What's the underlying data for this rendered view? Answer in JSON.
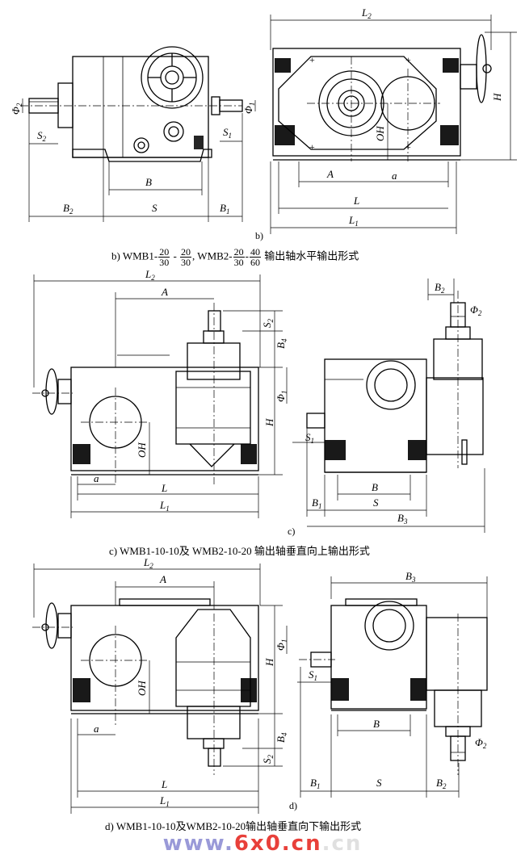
{
  "captions": {
    "b_prefix": "b) WMB1-",
    "b_frac1_num": "20",
    "b_frac1_den": "30",
    "b_mid": " - ",
    "b_frac2_num": "20",
    "b_frac2_den": "30",
    "b_mid2": ", WMB2-",
    "b_frac3_num": "20",
    "b_frac3_den": "30",
    "b_dash": "-",
    "b_frac4_num": "40",
    "b_frac4_den": "60",
    "b_suffix": " 输出轴水平输出形式",
    "c": "c) WMB1-10-10及 WMB2-10-20  输出轴垂直向上输出形式",
    "d": "d) WMB1-10-10及WMB2-10-20输出轴垂直向下输出形式"
  },
  "view_tags": {
    "b": "b)",
    "c": "c)",
    "d": "d)"
  },
  "dimension_labels": {
    "L": "L",
    "L1": "L",
    "L2": "L",
    "H": "H",
    "OH": "OH",
    "A": "A",
    "a": "a",
    "B": "B",
    "B1": "B",
    "B2": "B",
    "B3": "B",
    "B4": "B",
    "S": "S",
    "S1": "S",
    "S2": "S",
    "phi1": "Φ",
    "phi2": "Φ",
    "sub1": "1",
    "sub2": "2",
    "sub3": "3",
    "sub4": "4"
  },
  "watermark": {
    "left": "www.",
    "accent": "6x0.cn",
    "right": ".cn"
  }
}
